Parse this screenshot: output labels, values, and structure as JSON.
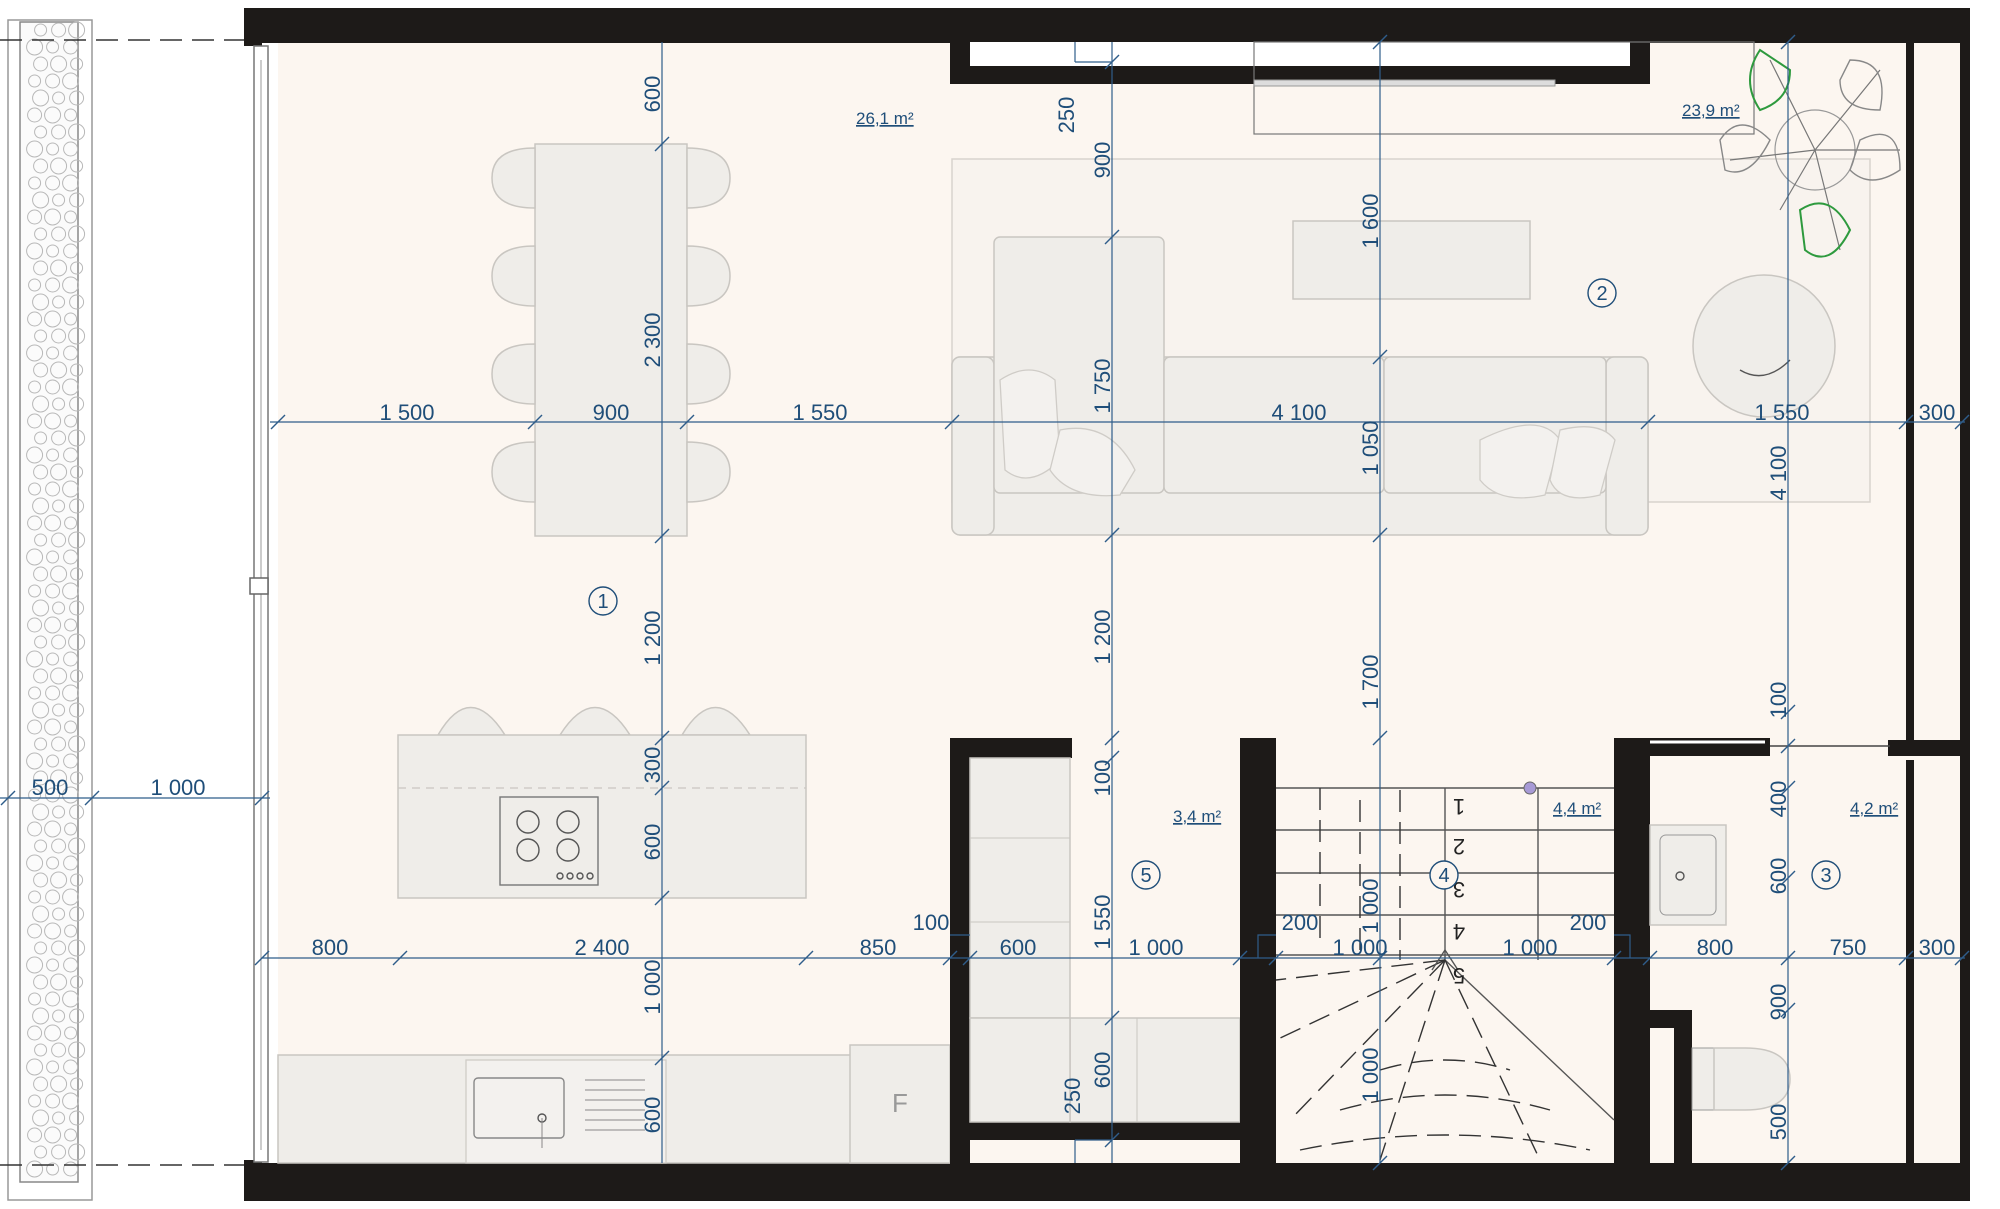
{
  "areas": {
    "a1": "26,1 m²",
    "a2": "23,9 m²",
    "a5": "3,4 m²",
    "a4": "4,4 m²",
    "a3": "4,2 m²"
  },
  "room_numbers": [
    "1",
    "2",
    "3",
    "4",
    "5"
  ],
  "stair_steps": [
    "1",
    "2",
    "3",
    "4",
    "5"
  ],
  "fridge_label": "F",
  "dims_horizontal_upper": [
    "1 500",
    "900",
    "1 550",
    "4 100",
    "1 550",
    "300"
  ],
  "dims_horizontal_lower": [
    "800",
    "2 400",
    "850",
    "600",
    "1 000",
    "1 000",
    "1 000",
    "800",
    "750",
    "300"
  ],
  "dims_horizontal_left": [
    "500",
    "1 000"
  ],
  "dims_small": [
    "100",
    "200",
    "200"
  ],
  "dims_vertical_dining": [
    "600",
    "2 300",
    "1 200",
    "300",
    "600",
    "1 000",
    "600"
  ],
  "dims_vertical_sofa": [
    "250",
    "900",
    "1 750",
    "1 200",
    "100",
    "1 550",
    "600",
    "250"
  ],
  "dims_vertical_center": [
    "1 600",
    "1 050",
    "1 700",
    "1 000",
    "1 000"
  ],
  "dims_vertical_right": [
    "4 100",
    "100",
    "400",
    "600",
    "900",
    "500"
  ],
  "colors": {
    "floor": "#fcf6f0",
    "wall": "#1d1a18",
    "dimension": "#1f4e79"
  }
}
